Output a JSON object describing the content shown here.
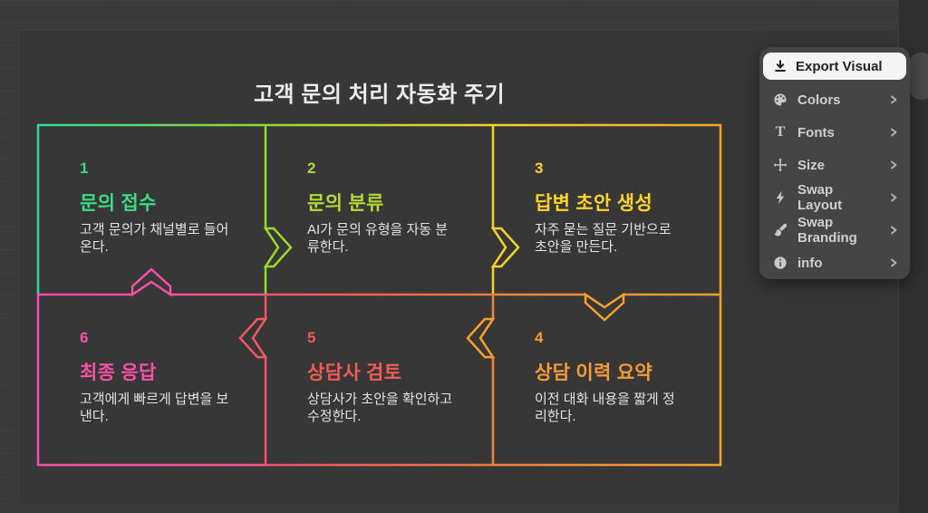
{
  "title": "고객 문의 처리 자동화 주기",
  "diagram": {
    "steps": [
      {
        "number": "1",
        "title": "문의 접수",
        "description": "고객 문의가 채널별로 들어\n온다.",
        "accent": "#3bdb85"
      },
      {
        "number": "2",
        "title": "문의 분류",
        "description": "AI가 문의 유형을 자동 분\n류한다.",
        "accent": "#b2d935"
      },
      {
        "number": "3",
        "title": "답변 초안 생성",
        "description": "자주 묻는 질문 기반으로\n초안을 만든다.",
        "accent": "#fcd32b"
      },
      {
        "number": "4",
        "title": "상담 이력 요약",
        "description": "이전 대화 내용을 짧게 정\n리한다.",
        "accent": "#f59b35"
      },
      {
        "number": "5",
        "title": "상담사 검토",
        "description": "상담사가 초안을 확인하고\n수정한다.",
        "accent": "#f25b58"
      },
      {
        "number": "6",
        "title": "최종 응답",
        "description": "고객에게 빠르게 답변을 보\n낸다.",
        "accent": "#fa50a6"
      }
    ]
  },
  "palette": {
    "step1_start": "#2fd999",
    "step1_end": "#90d92e",
    "step2_start": "#90d92e",
    "step2_end": "#f8d226",
    "step3_start": "#f8d226",
    "step3_end": "#f7a12c",
    "step4_start": "#f4823c",
    "step4_end": "#f7a12c",
    "step5_start": "#f0526b",
    "step5_end": "#f37a3d",
    "step6_start": "#fc4bae",
    "step6_end": "#f7558b",
    "arrow_1_2": "#9bd92a",
    "arrow_2_3": "#f8d226",
    "arrow_3_4": "#f7a12c",
    "arrow_4_5": "#f7a12c",
    "arrow_5_6": "#f15862",
    "arrow_6_1": "#fb4fa8"
  },
  "menu": {
    "export_label": "Export Visual",
    "items": [
      {
        "label": "Colors",
        "icon": "palette-icon"
      },
      {
        "label": "Fonts",
        "icon": "fonts-icon"
      },
      {
        "label": "Size",
        "icon": "size-icon"
      },
      {
        "label": "Swap Layout",
        "icon": "bolt-icon"
      },
      {
        "label": "Swap Branding",
        "icon": "brush-icon"
      },
      {
        "label": "info",
        "icon": "info-icon"
      }
    ]
  }
}
